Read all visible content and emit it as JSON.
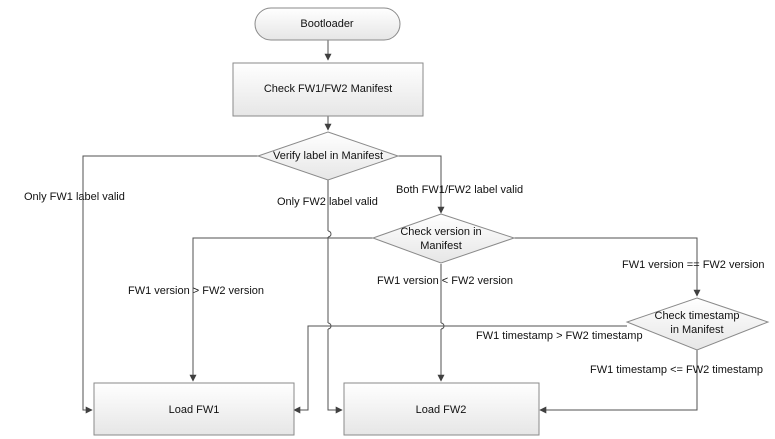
{
  "diagram": {
    "nodes": {
      "bootloader": "Bootloader",
      "check_manifest": "Check FW1/FW2 Manifest",
      "verify_label": "Verify label in Manifest",
      "check_version": [
        "Check version in",
        "Manifest"
      ],
      "check_timestamp": [
        "Check timestamp",
        "in Manifest"
      ],
      "load_fw1": "Load FW1",
      "load_fw2": "Load FW2"
    },
    "edges": {
      "only_fw1_valid": "Only FW1 label valid",
      "only_fw2_valid": "Only FW2 label valid",
      "both_valid": "Both FW1/FW2 label valid",
      "fw1_gt_fw2_version": "FW1 version > FW2 version",
      "fw1_lt_fw2_version": "FW1 version < FW2 version",
      "fw1_eq_fw2_version": "FW1 version == FW2 version",
      "fw1_gt_fw2_timestamp": "FW1 timestamp > FW2 timestamp",
      "fw1_le_fw2_timestamp": "FW1 timestamp <= FW2 timestamp"
    }
  }
}
